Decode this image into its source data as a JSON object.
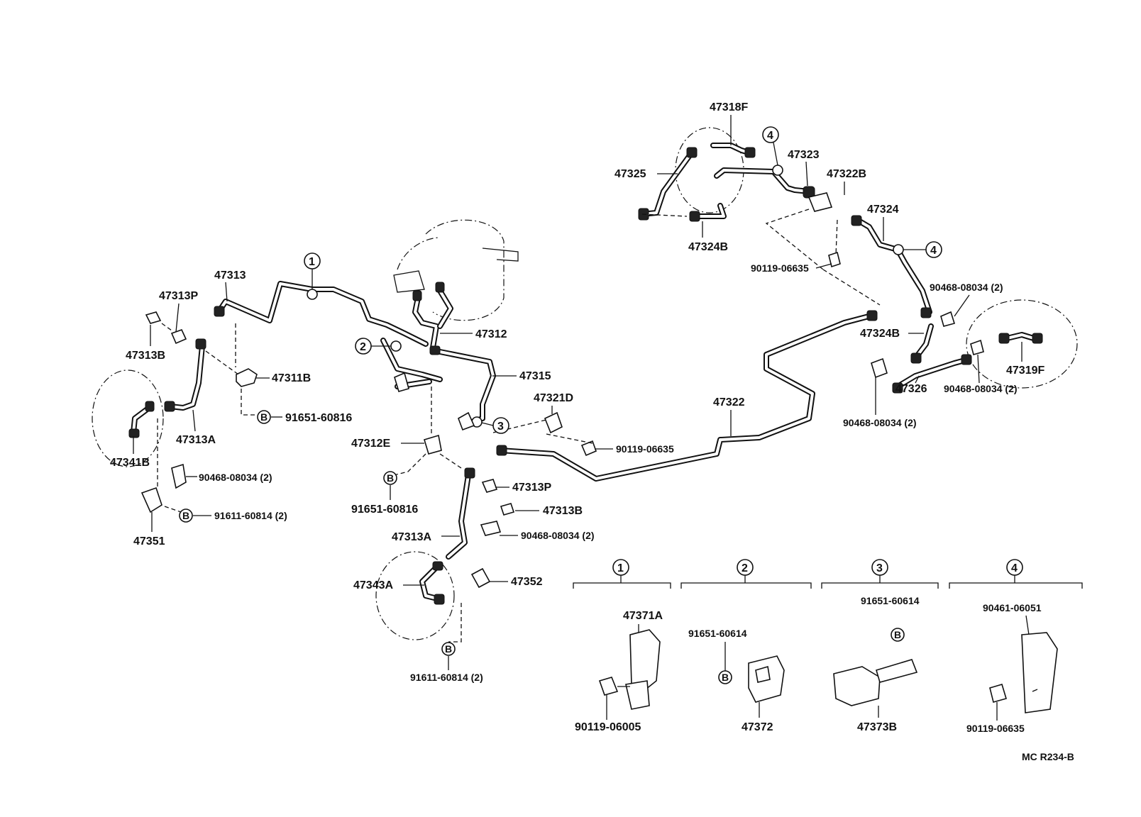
{
  "labels": {
    "p47313": "47313",
    "p47313P_left": "47313P",
    "p47313B_left": "47313B",
    "p47311B": "47311B",
    "p91651_60816_left": "91651-60816",
    "p47313A_left": "47313A",
    "p47341B": "47341B",
    "p90468_left": "90468-08034 (2)",
    "p91611_left": "91611-60814 (2)",
    "p47351": "47351",
    "p47312": "47312",
    "p47315": "47315",
    "p47321D": "47321D",
    "p90119_06635_mid": "90119-06635",
    "p47312E": "47312E",
    "p91651_60816_mid": "91651-60816",
    "p47313P_mid": "47313P",
    "p47313B_mid": "47313B",
    "p47313A_mid": "47313A",
    "p90468_mid": "90468-08034 (2)",
    "p47343A": "47343A",
    "p47352": "47352",
    "p91611_mid": "91611-60814 (2)",
    "p47322": "47322",
    "p47318F": "47318F",
    "p47323": "47323",
    "p47325": "47325",
    "p47322B": "47322B",
    "p47324": "47324",
    "p47324B_top": "47324B",
    "p90119_06635_top": "90119-06635",
    "p90468_right1": "90468-08034 (2)",
    "p47324B_right": "47324B",
    "p47319F": "47319F",
    "p90468_right2": "90468-08034 (2)",
    "p47326": "47326",
    "p90468_right3": "90468-08034 (2)",
    "p47371A": "47371A",
    "p90119_06005": "90119-06005",
    "p91651_60614_g2": "91651-60614",
    "p47372": "47372",
    "p91651_60614_g3": "91651-60614",
    "p47373B": "47373B",
    "p90461_06051": "90461-06051",
    "p90119_06635_g4": "90119-06635"
  },
  "callouts": {
    "c1": "1",
    "c2": "2",
    "c3": "3",
    "c4": "4"
  },
  "bolt_marker": "B",
  "drawing_code": "MC  R234-B"
}
